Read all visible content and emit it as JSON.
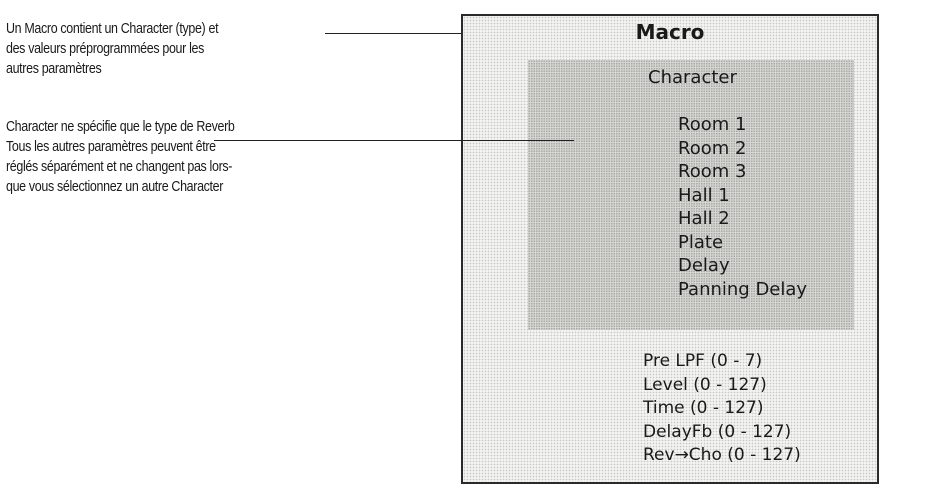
{
  "notes": {
    "macro": [
      "Un Macro contient un Character (type) et",
      "des valeurs préprogrammées pour les",
      "autres paramètres"
    ],
    "character": [
      "Character ne spécifie que le type de Reverb",
      "Tous les autres paramètres peuvent être",
      "réglés séparément et ne changent pas lors-",
      "que vous sélectionnez un autre Character"
    ]
  },
  "macro": {
    "title": "Macro",
    "character": {
      "title": "Character",
      "items": [
        "Room 1",
        "Room 2",
        "Room 3",
        "Hall 1",
        "Hall 2",
        "Plate",
        "Delay",
        "Panning Delay"
      ]
    },
    "parameters": [
      "Pre LPF (0 - 7)",
      "Level (0 - 127)",
      "Time (0 - 127)",
      "DelayFb (0 - 127)",
      "Rev→Cho (0 - 127)"
    ]
  }
}
